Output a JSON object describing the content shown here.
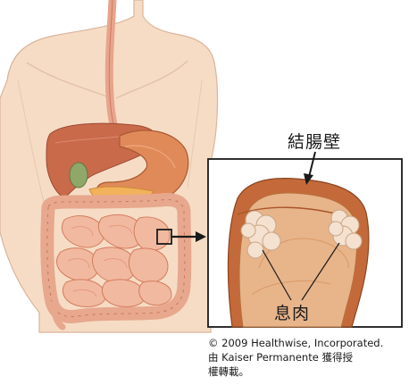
{
  "labels": {
    "colon_wall": "結腸壁",
    "polyp": "息肉"
  },
  "credit": {
    "line1": "© 2009 Healthwise, Incorporated.",
    "line2": "由 Kaiser Permanente 獲得授",
    "line3": "權轉載。"
  },
  "colors": {
    "skin": "#f6dcc5",
    "skin_outline": "#d9b49a",
    "esophagus": "#e8a48c",
    "stomach": "#d9774e",
    "liver": "#c96a4b",
    "intestine": "#f1b9a0",
    "intestine_outline": "#d47c5e",
    "colon_wall": "#c46a3a",
    "polyp": "#f5e1cf",
    "frame": "#1a1a1a"
  }
}
